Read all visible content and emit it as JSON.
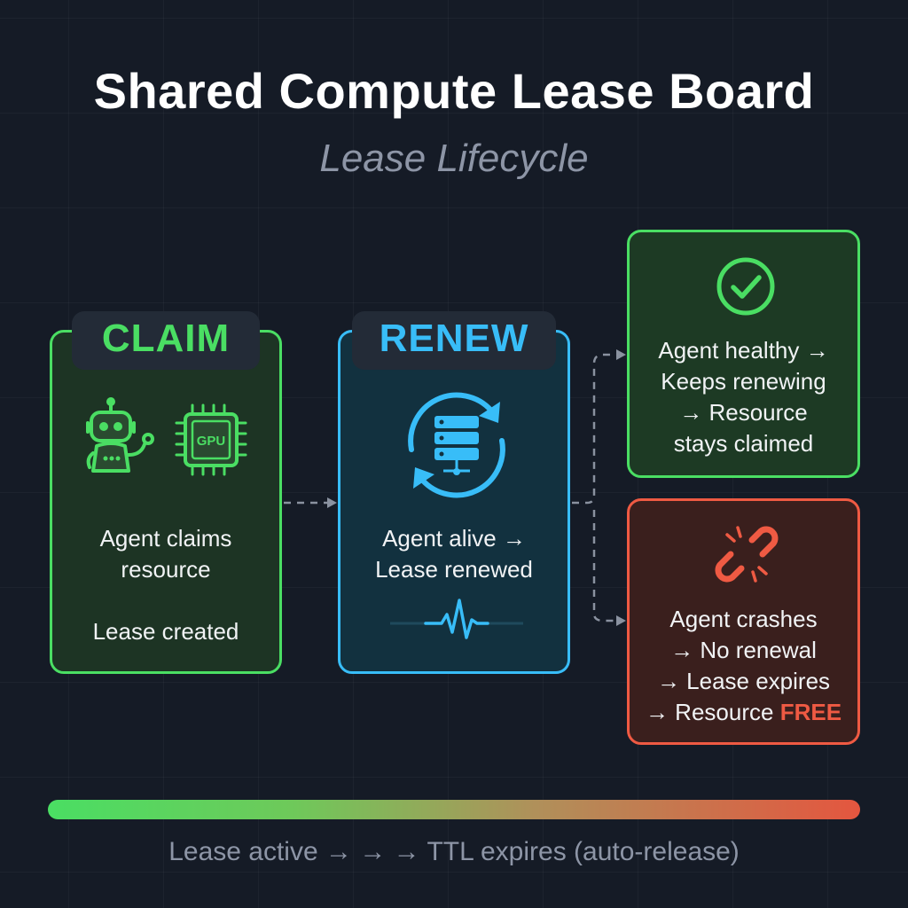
{
  "title": "Shared Compute Lease Board",
  "subtitle": "Lease Lifecycle",
  "stages": {
    "claim": {
      "label": "CLAIM",
      "chip_text": "GPU",
      "line1": "Agent claims",
      "line2": "resource",
      "line3": "Lease created",
      "icons": [
        "robot-icon",
        "gpu-chip-icon"
      ],
      "color": "#4ade63"
    },
    "renew": {
      "label": "RENEW",
      "line1": "Agent alive →",
      "line2": "Lease renewed",
      "icons": [
        "server-refresh-icon",
        "heartbeat-icon"
      ],
      "color": "#38bdf8"
    }
  },
  "outcomes": {
    "healthy": {
      "line1": "Agent healthy →",
      "line2": "Keeps renewing",
      "line3": "→ Resource",
      "line4": "stays claimed",
      "icon": "check-circle-icon",
      "color": "#4ade63"
    },
    "crash": {
      "line1": "Agent crashes",
      "line2": "→ No renewal",
      "line3": "→ Lease expires",
      "line4_prefix": "→ Resource ",
      "line4_highlight": "FREE",
      "icon": "broken-link-icon",
      "color": "#ef5a43"
    }
  },
  "timeline": {
    "caption": "Lease active → → → TTL expires (auto-release)",
    "color_start": "#4ade63",
    "color_end": "#e4563f"
  }
}
